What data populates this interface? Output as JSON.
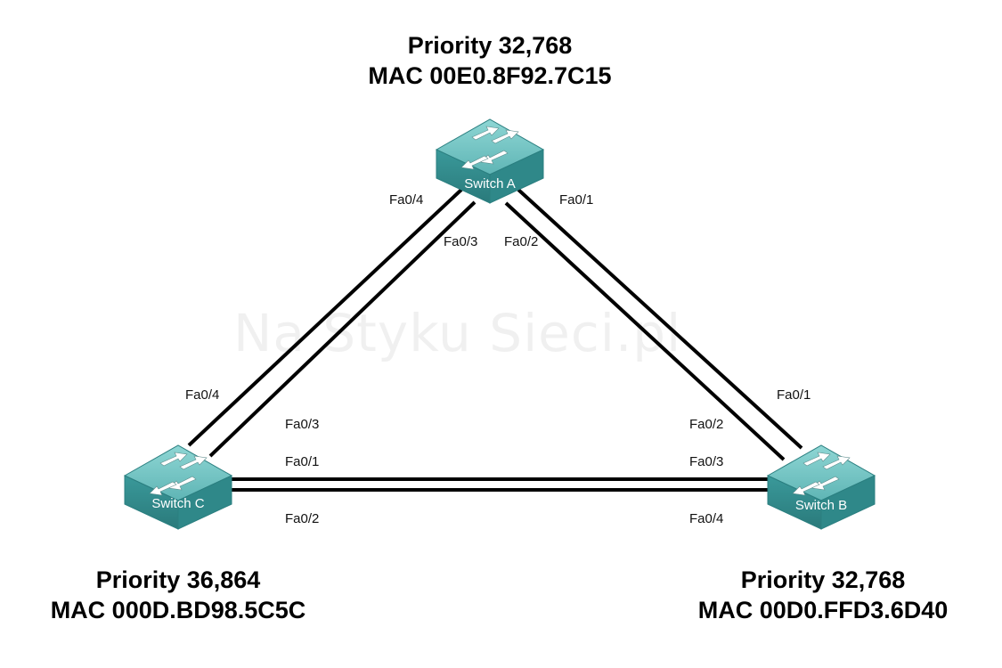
{
  "watermark": "Na Styku Sieci.pl",
  "switches": {
    "a": {
      "label": "Switch A",
      "priority": "Priority 32,768",
      "mac": "MAC 00E0.8F92.7C15"
    },
    "b": {
      "label": "Switch B",
      "priority": "Priority 32,768",
      "mac": "MAC 00D0.FFD3.6D40"
    },
    "c": {
      "label": "Switch C",
      "priority": "Priority 36,864",
      "mac": "MAC 000D.BD98.5C5C"
    }
  },
  "ports": {
    "a_fa04": "Fa0/4",
    "a_fa03": "Fa0/3",
    "a_fa01": "Fa0/1",
    "a_fa02": "Fa0/2",
    "b_fa01": "Fa0/1",
    "b_fa02": "Fa0/2",
    "b_fa03": "Fa0/3",
    "b_fa04": "Fa0/4",
    "c_fa04": "Fa0/4",
    "c_fa03": "Fa0/3",
    "c_fa01": "Fa0/1",
    "c_fa02": "Fa0/2"
  },
  "colors": {
    "switch_top": "#6fc2c2",
    "switch_side": "#3e9b9c",
    "switch_front": "#2f8687",
    "link": "#000000"
  }
}
